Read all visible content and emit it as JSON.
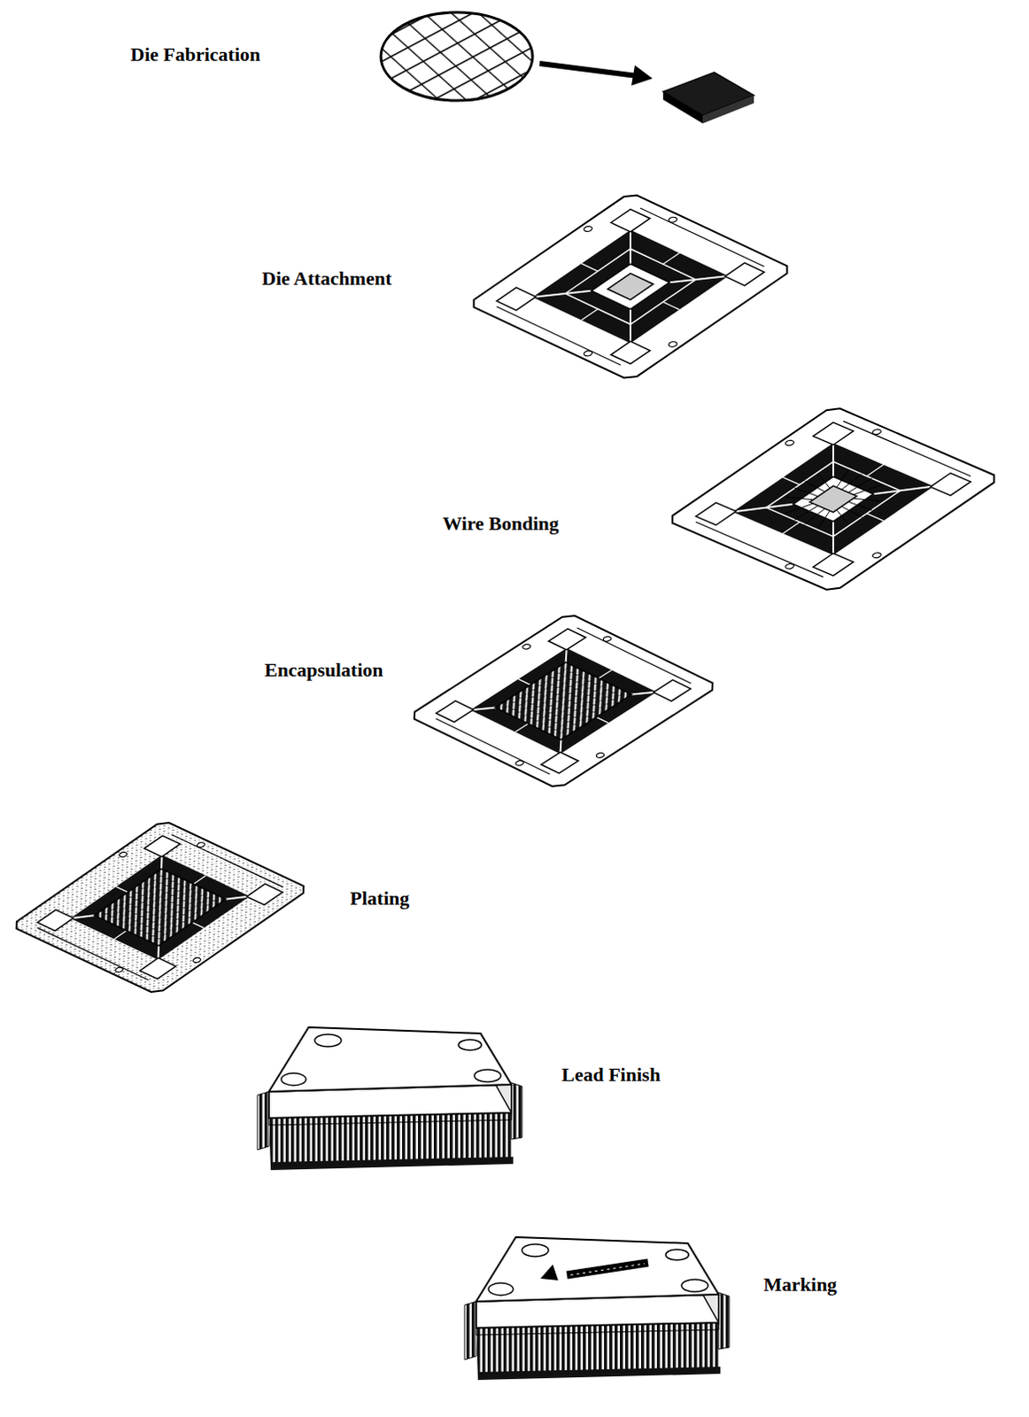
{
  "diagram": {
    "labels": [
      "Die Fabrication",
      "Die Attachment",
      "Wire Bonding",
      "Encapsulation",
      "Plating",
      "Lead Finish",
      "Marking"
    ]
  }
}
